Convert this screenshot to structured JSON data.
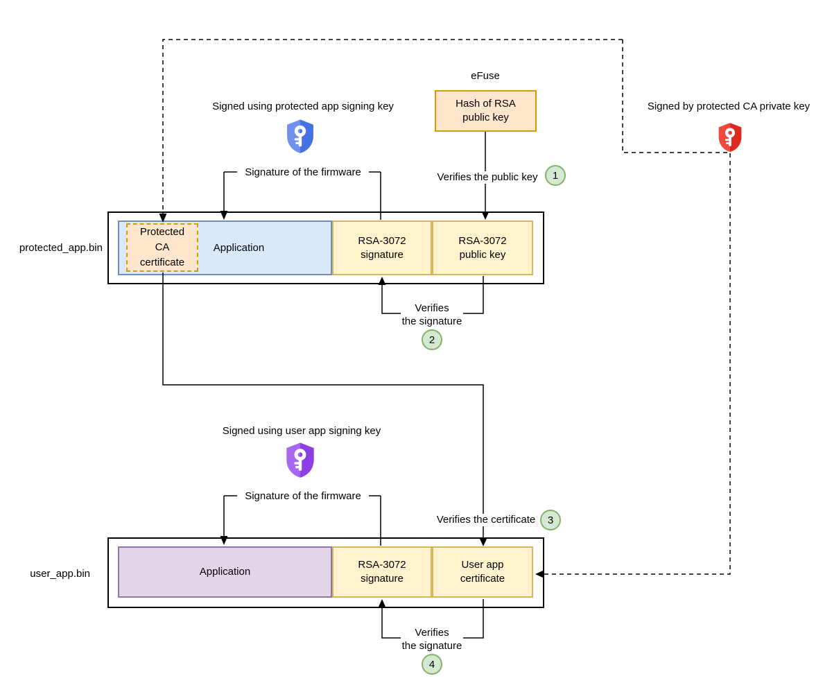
{
  "labels": {
    "protected_bin": "protected_app.bin",
    "user_bin": "user_app.bin",
    "efuse": "eFuse",
    "signed_protected": "Signed using protected app signing key",
    "signed_user": "Signed using user app signing key",
    "signed_ca": "Signed by protected CA private key",
    "sig_firmware_top": "Signature of the firmware",
    "sig_firmware_bottom": "Signature of the firmware",
    "verify_pubkey": "Verifies the public key",
    "verify_sig_top": "Verifies\nthe signature",
    "verify_cert": "Verifies the certificate",
    "verify_sig_bottom": "Verifies\nthe signature"
  },
  "boxes": {
    "efuse_hash": "Hash of RSA\npublic key",
    "protected_ca_cert": "Protected\nCA\ncertificate",
    "app_protected": "Application",
    "rsa_sig_top": "RSA-3072\nsignature",
    "rsa_pubkey": "RSA-3072\npublic key",
    "app_user": "Application",
    "rsa_sig_bottom": "RSA-3072\nsignature",
    "user_cert": "User app\ncertificate"
  },
  "steps": {
    "s1": "1",
    "s2": "2",
    "s3": "3",
    "s4": "4"
  },
  "icons": {
    "protected_app_key": "shield-key-icon-blue",
    "user_app_key": "shield-key-icon-purple",
    "ca_private_key": "shield-key-icon-red"
  },
  "colors": {
    "box_yellow": "#fff2cc",
    "box_yellow_border": "#d6b656",
    "box_blue": "#dae8fc",
    "box_blue_border": "#6c8ebf",
    "box_purple": "#e1d5e7",
    "box_purple_border": "#9673a6",
    "box_orange": "#ffe6cc",
    "box_orange_border": "#d79b00",
    "step_circle": "#d5e8d4",
    "step_circle_border": "#82b366",
    "shield_blue_light": "#6d91ec",
    "shield_blue_dark": "#4472e4",
    "shield_purple_light": "#a966f2",
    "shield_purple_dark": "#8c3fe4",
    "shield_red_light": "#f0483a",
    "shield_red_dark": "#dc2a1e"
  }
}
